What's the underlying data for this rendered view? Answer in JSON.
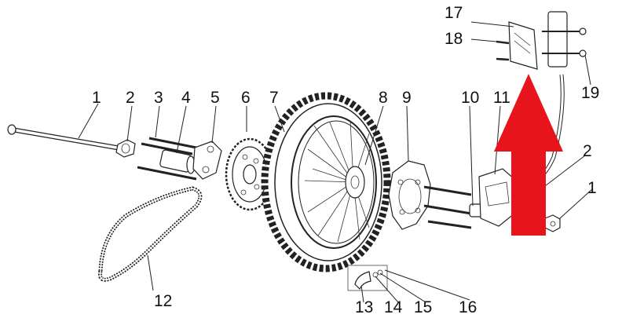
{
  "diagram": {
    "callouts": [
      {
        "id": "1",
        "label": "1"
      },
      {
        "id": "2",
        "label": "2"
      },
      {
        "id": "3",
        "label": "3"
      },
      {
        "id": "4",
        "label": "4"
      },
      {
        "id": "5",
        "label": "5"
      },
      {
        "id": "6",
        "label": "6"
      },
      {
        "id": "7",
        "label": "7"
      },
      {
        "id": "8",
        "label": "8"
      },
      {
        "id": "9",
        "label": "9"
      },
      {
        "id": "10",
        "label": "10"
      },
      {
        "id": "11",
        "label": "11"
      },
      {
        "id": "12",
        "label": "12"
      },
      {
        "id": "13",
        "label": "13"
      },
      {
        "id": "14",
        "label": "14"
      },
      {
        "id": "15",
        "label": "15"
      },
      {
        "id": "16",
        "label": "16"
      },
      {
        "id": "17",
        "label": "17"
      },
      {
        "id": "18",
        "label": "18"
      },
      {
        "id": "19",
        "label": "19"
      },
      {
        "id": "1b",
        "label": "1"
      },
      {
        "id": "2b",
        "label": "2"
      }
    ],
    "highlight_arrow": {
      "color": "#e8141b",
      "direction": "up"
    }
  }
}
